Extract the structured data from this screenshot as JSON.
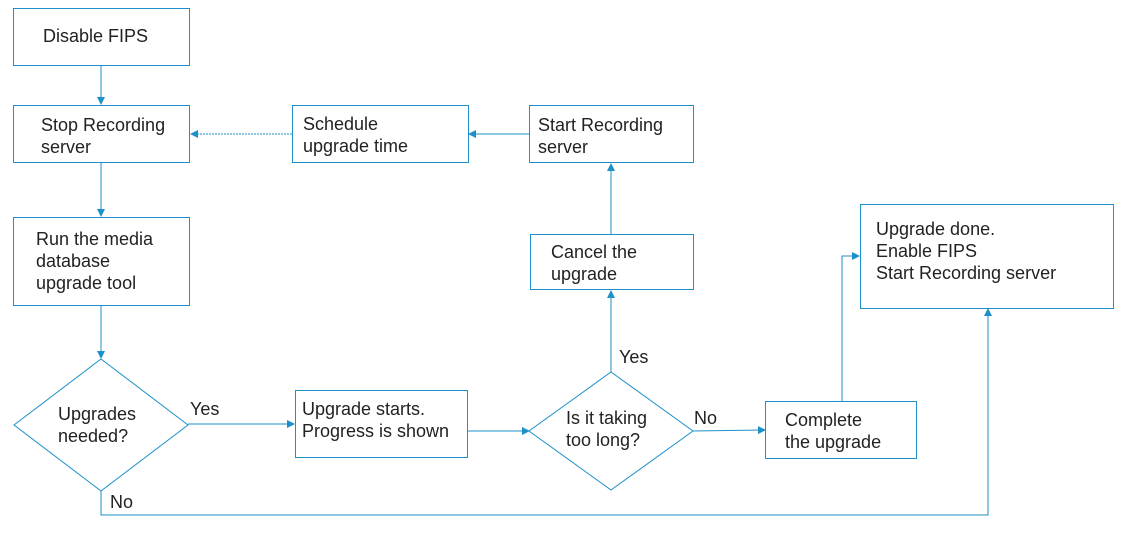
{
  "nodes": {
    "disable_fips": "Disable FIPS",
    "stop_recording": "Stop Recording\nserver",
    "schedule_upgrade": "Schedule\nupgrade time",
    "start_recording": "Start Recording\nserver",
    "run_tool": "Run the media\ndatabase\nupgrade tool",
    "cancel_upgrade": "Cancel the\nupgrade",
    "upgrade_done": "Upgrade done.\nEnable FIPS\nStart Recording server",
    "upgrades_needed": "Upgrades\nneeded?",
    "upgrade_starts": "Upgrade starts.\nProgress is shown",
    "taking_too_long": "Is it taking\ntoo long?",
    "complete_upgrade": "Complete\nthe upgrade"
  },
  "edges": {
    "yes_upgrades": "Yes",
    "no_upgrades": "No",
    "yes_too_long": "Yes",
    "no_too_long": "No"
  },
  "colors": {
    "stroke": "#1d8fc9"
  }
}
